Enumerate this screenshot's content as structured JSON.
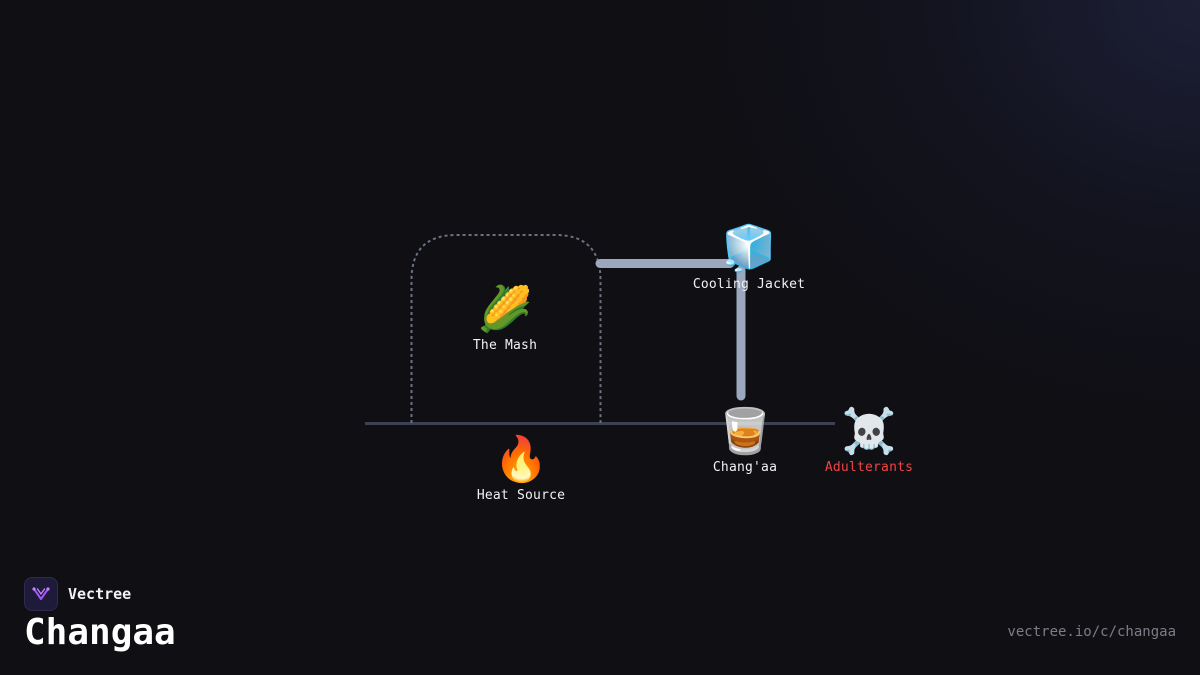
{
  "brand": {
    "name": "Vectree",
    "logo_icon": "vectree-logo-icon",
    "logo_color": "#a855f7"
  },
  "title": "Changaa",
  "url": "vectree.io/c/changaa",
  "colors": {
    "background": "#0f0f14",
    "pipe": "#9aa7bd",
    "vessel_outline": "#6b7280",
    "ground_line": "#3b4252",
    "danger": "#ef4444",
    "label": "#f2f2f5"
  },
  "nodes": {
    "mash": {
      "emoji": "🌽",
      "icon": "corn-icon",
      "label": "The Mash"
    },
    "cooling": {
      "emoji": "🧊",
      "icon": "ice-cube-icon",
      "label": "Cooling Jacket"
    },
    "heat": {
      "emoji": "🔥",
      "icon": "fire-icon",
      "label": "Heat Source"
    },
    "changaa": {
      "emoji": "🥃",
      "icon": "tumbler-glass-icon",
      "label": "Chang'aa"
    },
    "adulterants": {
      "emoji": "☠️",
      "icon": "skull-crossbones-icon",
      "label": "Adulterants"
    }
  }
}
